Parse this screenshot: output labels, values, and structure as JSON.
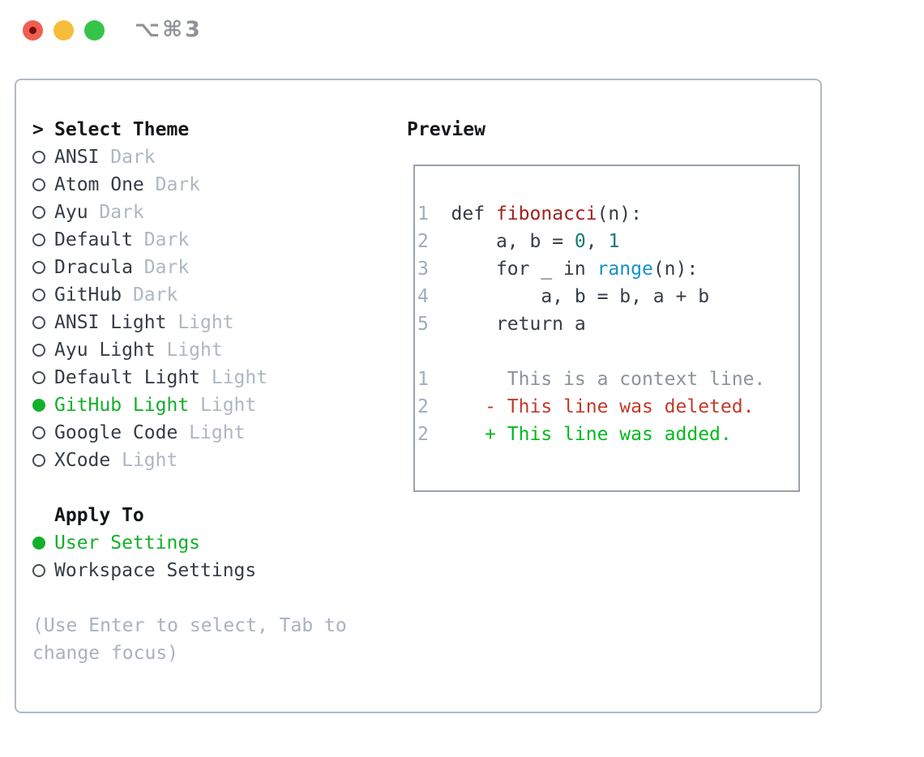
{
  "window": {
    "title": "⌥⌘3"
  },
  "colors": {
    "selection_green": "#12b02a",
    "diff_added_green": "#01ba1f",
    "diff_deleted_red": "#c23a28",
    "function_name_red": "#a32020",
    "number_literal_teal": "#0f7b78",
    "builtin_call_blue": "#1590ca",
    "dim_text": "#aeb7c2",
    "traffic_red": "#f25d51",
    "traffic_yellow": "#f6bd3a",
    "traffic_green": "#35c44b"
  },
  "theme_list": {
    "prompt": ">",
    "header": "Select Theme",
    "items": [
      {
        "name": "ANSI",
        "variant": "Dark",
        "selected": false
      },
      {
        "name": "Atom One",
        "variant": "Dark",
        "selected": false
      },
      {
        "name": "Ayu",
        "variant": "Dark",
        "selected": false
      },
      {
        "name": "Default",
        "variant": "Dark",
        "selected": false
      },
      {
        "name": "Dracula",
        "variant": "Dark",
        "selected": false
      },
      {
        "name": "GitHub",
        "variant": "Dark",
        "selected": false
      },
      {
        "name": "ANSI Light",
        "variant": "Light",
        "selected": false
      },
      {
        "name": "Ayu Light",
        "variant": "Light",
        "selected": false
      },
      {
        "name": "Default Light",
        "variant": "Light",
        "selected": false
      },
      {
        "name": "GitHub Light",
        "variant": "Light",
        "selected": true
      },
      {
        "name": "Google Code",
        "variant": "Light",
        "selected": false
      },
      {
        "name": "XCode",
        "variant": "Light",
        "selected": false
      }
    ]
  },
  "apply_to": {
    "header": "Apply To",
    "options": [
      {
        "label": "User Settings",
        "selected": true
      },
      {
        "label": "Workspace Settings",
        "selected": false
      }
    ]
  },
  "hint": {
    "line1": "(Use Enter to select, Tab to",
    "line2": "change focus)"
  },
  "preview": {
    "header": "Preview",
    "code_lines": [
      [
        [
          "ln",
          "1"
        ],
        [
          "code",
          "  def "
        ],
        [
          "fn",
          "fibonacci"
        ],
        [
          "code",
          "(n):"
        ]
      ],
      [
        [
          "ln",
          "2"
        ],
        [
          "code",
          "      a, b = "
        ],
        [
          "lit",
          "0"
        ],
        [
          "code",
          ", "
        ],
        [
          "lit",
          "1"
        ]
      ],
      [
        [
          "ln",
          "3"
        ],
        [
          "code",
          "      for _ in "
        ],
        [
          "call",
          "range"
        ],
        [
          "code",
          "(n):"
        ]
      ],
      [
        [
          "ln",
          "4"
        ],
        [
          "code",
          "          a, b = b, a + b"
        ]
      ],
      [
        [
          "ln",
          "5"
        ],
        [
          "code",
          "      return a"
        ]
      ],
      [],
      [
        [
          "ln",
          "1"
        ],
        [
          "ctx",
          "       This is a context line."
        ]
      ],
      [
        [
          "ln",
          "2"
        ],
        [
          "code",
          "     "
        ],
        [
          "del",
          "- This line was deleted."
        ]
      ],
      [
        [
          "ln",
          "2"
        ],
        [
          "code",
          "     "
        ],
        [
          "add",
          "+ This line was added."
        ]
      ]
    ]
  }
}
